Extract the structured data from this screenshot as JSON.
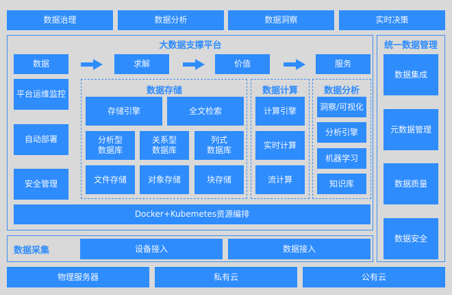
{
  "top_row": [
    "数据治理",
    "数据分析",
    "数据洞察",
    "实时决策"
  ],
  "platform": {
    "title": "大数据支撑平台",
    "flow": [
      "数据",
      "求解",
      "价值",
      "服务"
    ],
    "left_column": [
      "平台运维监控",
      "自动部署",
      "安全管理"
    ],
    "storage": {
      "title": "数据存储",
      "row1": [
        "存储引擎",
        "全文检索"
      ],
      "row2": [
        "分析型\n数据库",
        "关系型\n数据库",
        "列式\n数据库"
      ],
      "row3": [
        "文件存储",
        "对象存储",
        "块存储"
      ]
    },
    "compute": {
      "title": "数据计算",
      "items": [
        "计算引擎",
        "实时计算",
        "流计算"
      ]
    },
    "analysis": {
      "title": "数据分析",
      "items": [
        "洞察/可视化",
        "分析引擎",
        "机器学习",
        "知识库"
      ]
    },
    "orchestration": "Docker+Kubemetes资源编排"
  },
  "collection": {
    "title": "数据采集",
    "items": [
      "设备接入",
      "数据接入"
    ]
  },
  "management": {
    "title": "统一数据管理",
    "items": [
      "数据集成",
      "元数据管理",
      "数据质量",
      "数据安全"
    ]
  },
  "bottom_row": [
    "物理服务器",
    "私有云",
    "公有云"
  ],
  "colors": {
    "accent": "#2e8cfc",
    "background": "#d9d9d9",
    "text_on_accent": "#f2f6ff"
  }
}
